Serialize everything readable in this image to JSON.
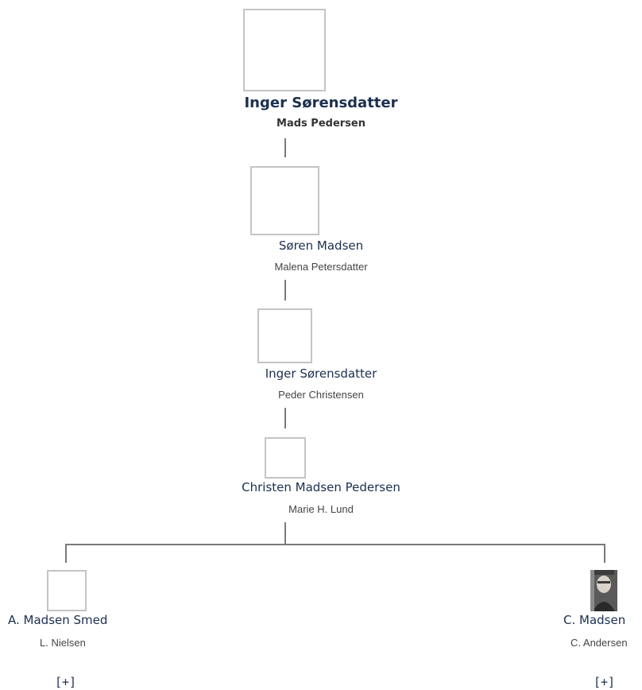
{
  "root": {
    "name": "Inger Sørensdatter",
    "spouse": "Mads Pedersen"
  },
  "generations": [
    {
      "name": "Søren Madsen",
      "spouse": "Malena Petersdatter"
    },
    {
      "name": "Inger Sørensdatter",
      "spouse": "Peder Christensen"
    },
    {
      "name": "Christen Madsen Pedersen",
      "spouse": "Marie H. Lund"
    }
  ],
  "children": [
    {
      "name": "A. Madsen Smed",
      "spouse": "L. Nielsen",
      "expand": "[+]"
    },
    {
      "name": "C. Madsen",
      "spouse": "C. Andersen",
      "expand": "[+]",
      "has_photo": true
    }
  ]
}
